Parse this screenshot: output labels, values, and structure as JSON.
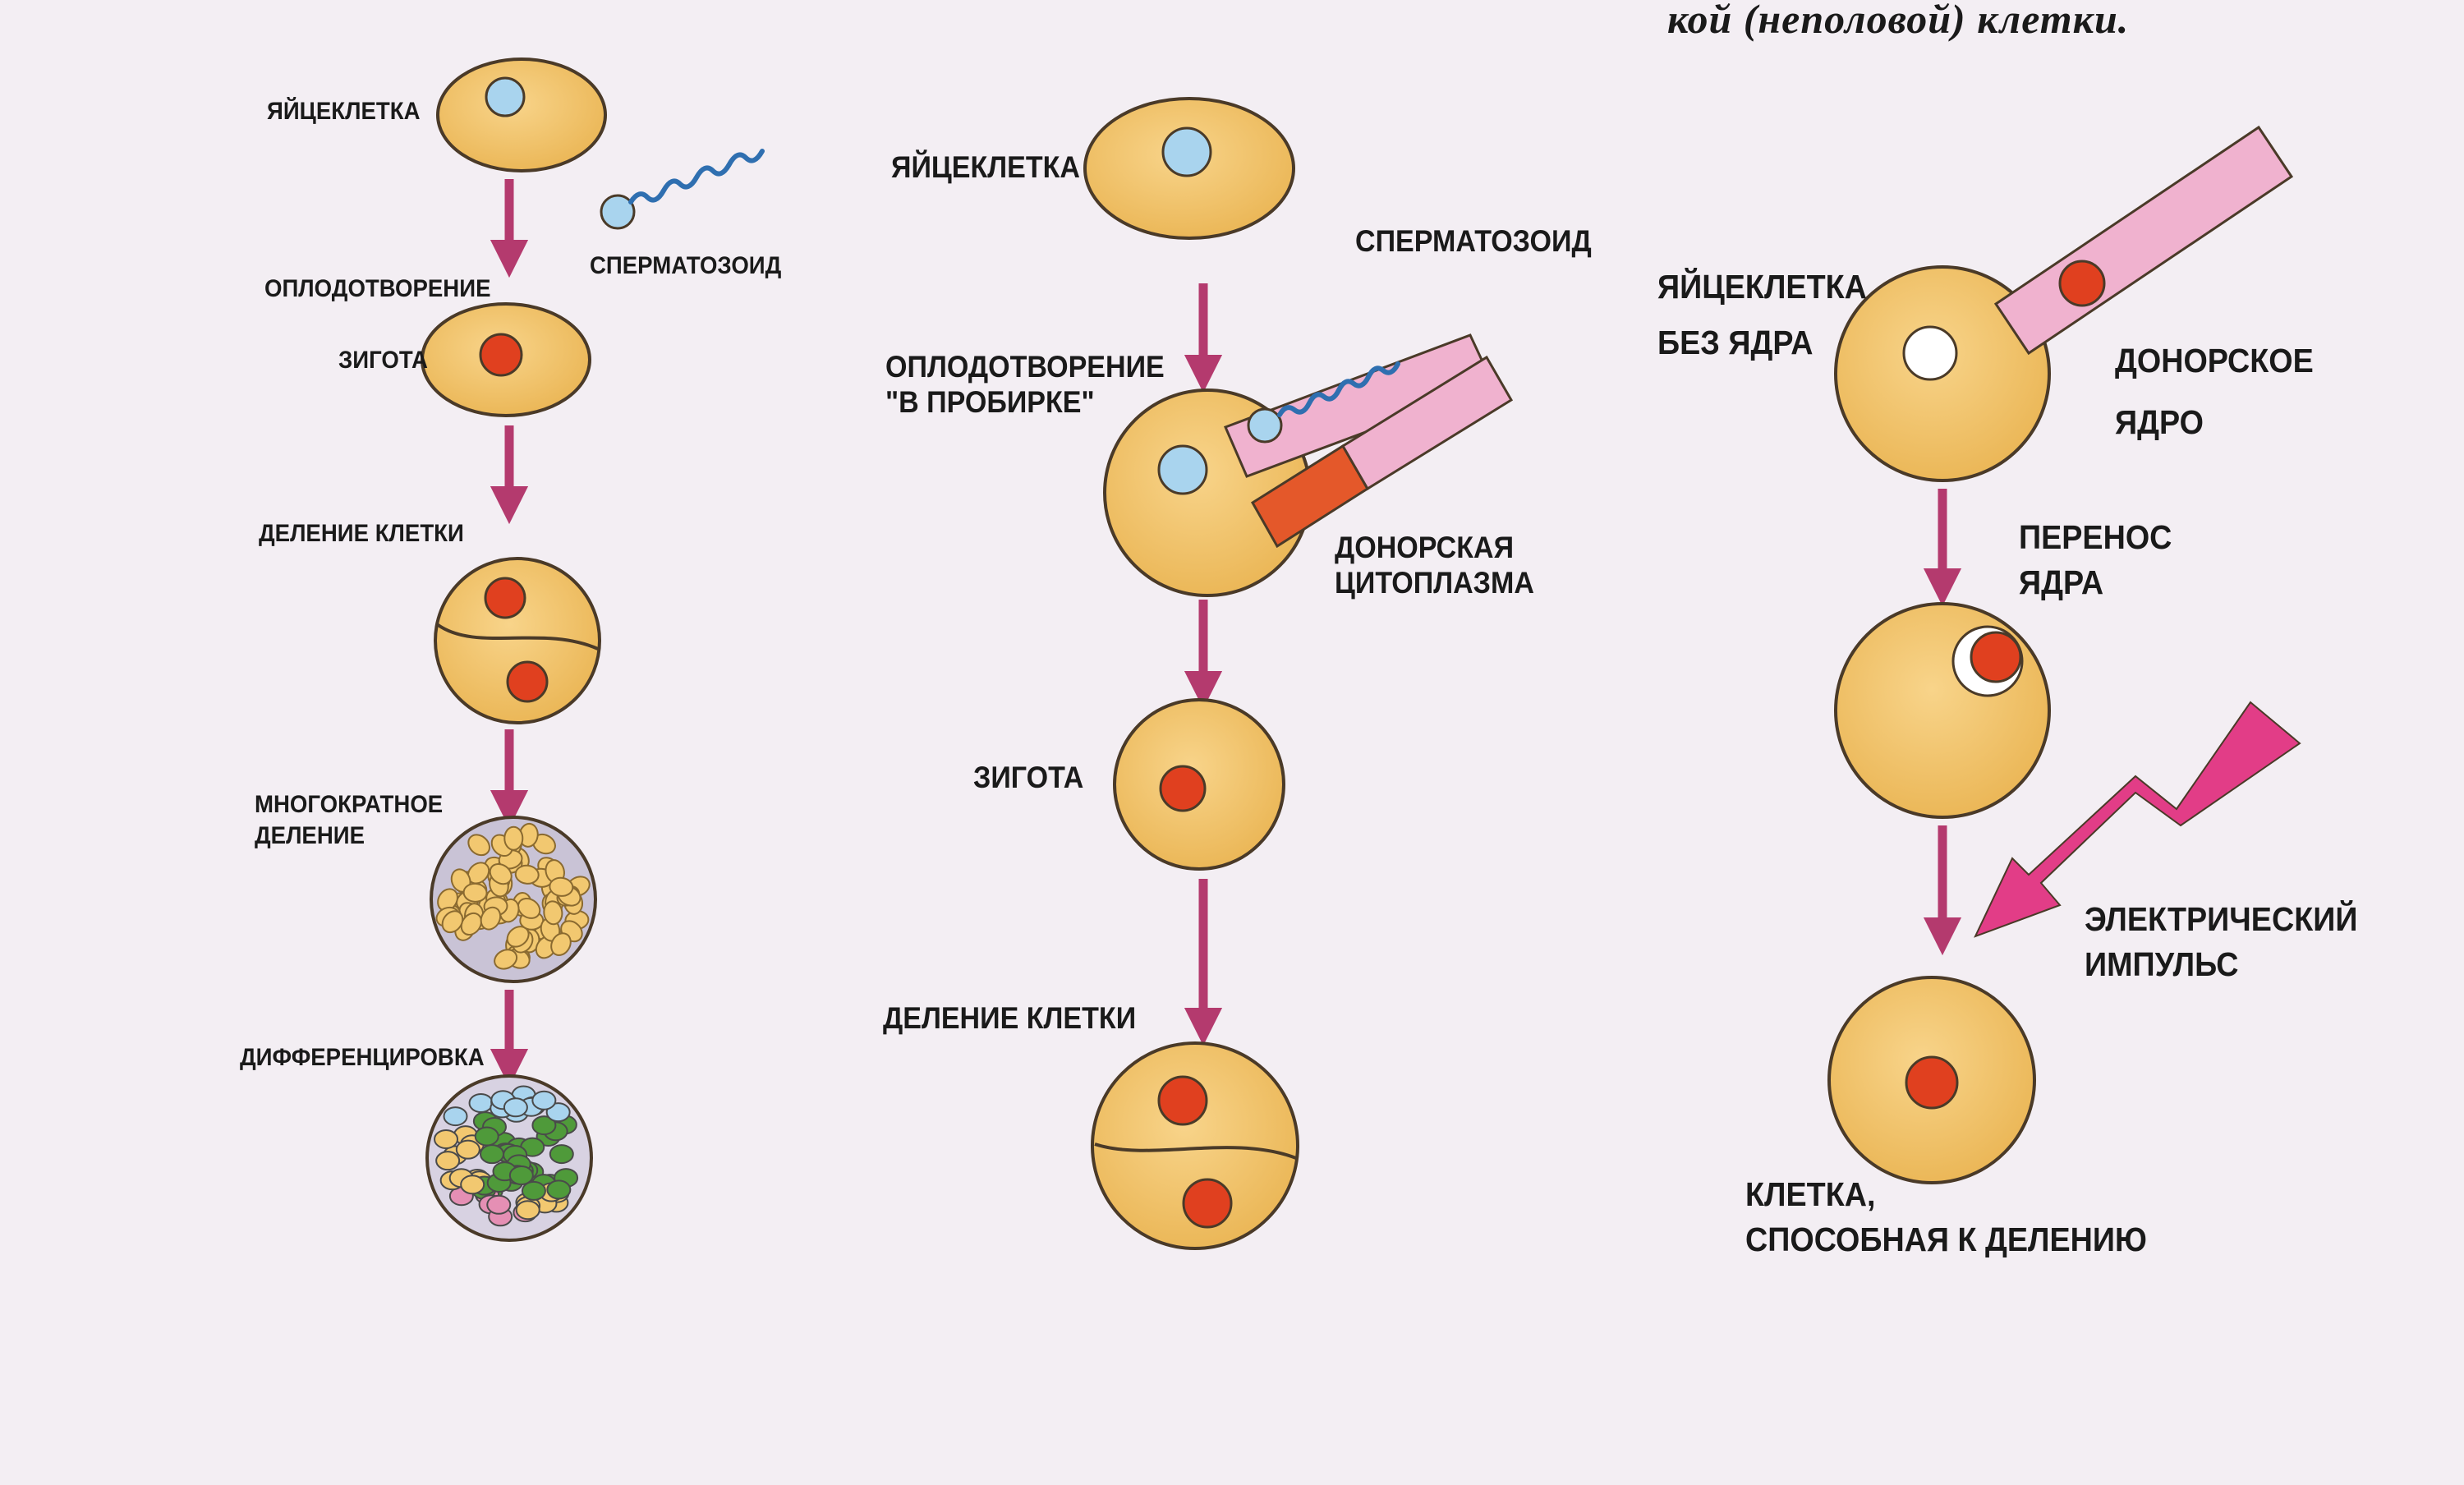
{
  "title": "кой (неполовой) клетки.",
  "columns": {
    "natural": {
      "egg": "ЯЙЦЕКЛЕТКА",
      "sperm": "СПЕРМАТОЗОИД",
      "fertilization": "ОПЛОДОТВОРЕНИЕ",
      "zygote": "ЗИГОТА",
      "division": "ДЕЛЕНИЕ КЛЕТКИ",
      "multiple_division": [
        "МНОГОКРАТНОЕ",
        "ДЕЛЕНИЕ"
      ],
      "differentiation": "ДИФФЕРЕНЦИРОВКА"
    },
    "in_vitro": {
      "egg": "ЯЙЦЕКЛЕТКА",
      "sperm": "СПЕРМАТОЗОИД",
      "fertilization": [
        "ОПЛОДОТВОРЕНИЕ",
        "\"В ПРОБИРКЕ\""
      ],
      "donor_cytoplasm": [
        "ДОНОРСКАЯ",
        "ЦИТОПЛАЗМА"
      ],
      "zygote": "ЗИГОТА",
      "division": "ДЕЛЕНИЕ КЛЕТКИ"
    },
    "cloning": {
      "enucleated_egg": [
        "ЯЙЦЕКЛЕТКА",
        "БЕЗ ЯДРА"
      ],
      "donor_nucleus": [
        "ДОНОРСКОЕ",
        "ЯДРО"
      ],
      "nucleus_transfer": [
        "ПЕРЕНОС",
        "ЯДРА"
      ],
      "electric_impulse": [
        "ЭЛЕКТРИЧЕСКИЙ",
        "ИМПУЛЬС"
      ],
      "dividing_cell": [
        "КЛЕТКА,",
        "СПОСОБНАЯ К ДЕЛЕНИЮ"
      ]
    }
  },
  "colors": {
    "cell": "#f2c46a",
    "cell_edge": "#4a3a28",
    "egg_nucleus": "#a9d4ee",
    "zygote_nucleus": "#e0401f",
    "arrow": "#b43a6e",
    "pink_pipette": "#f0b2cf",
    "orange_pipette": "#e4582a",
    "sperm_tail": "#2f6fb0",
    "bolt": "#e23d87"
  }
}
